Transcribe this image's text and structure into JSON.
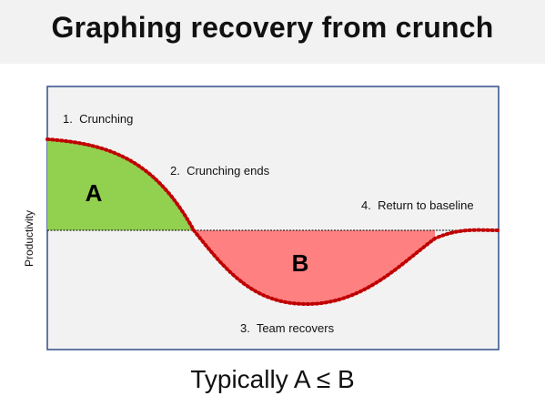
{
  "title": "Graphing recovery from crunch",
  "axis_label": "Productivity",
  "footer": "Typically A ≤ B",
  "regions": {
    "a": {
      "label": "A",
      "color": "#92d050"
    },
    "b": {
      "label": "B",
      "color": "#ff8080"
    }
  },
  "annotations": [
    "1.  Crunching",
    "2.  Crunching ends",
    "3.  Team recovers",
    "4.  Return to baseline"
  ],
  "colors": {
    "curve": "#c00000",
    "frame": "#2f4f8a",
    "plot_background": "#f2f2f2",
    "baseline": "#000000"
  }
}
